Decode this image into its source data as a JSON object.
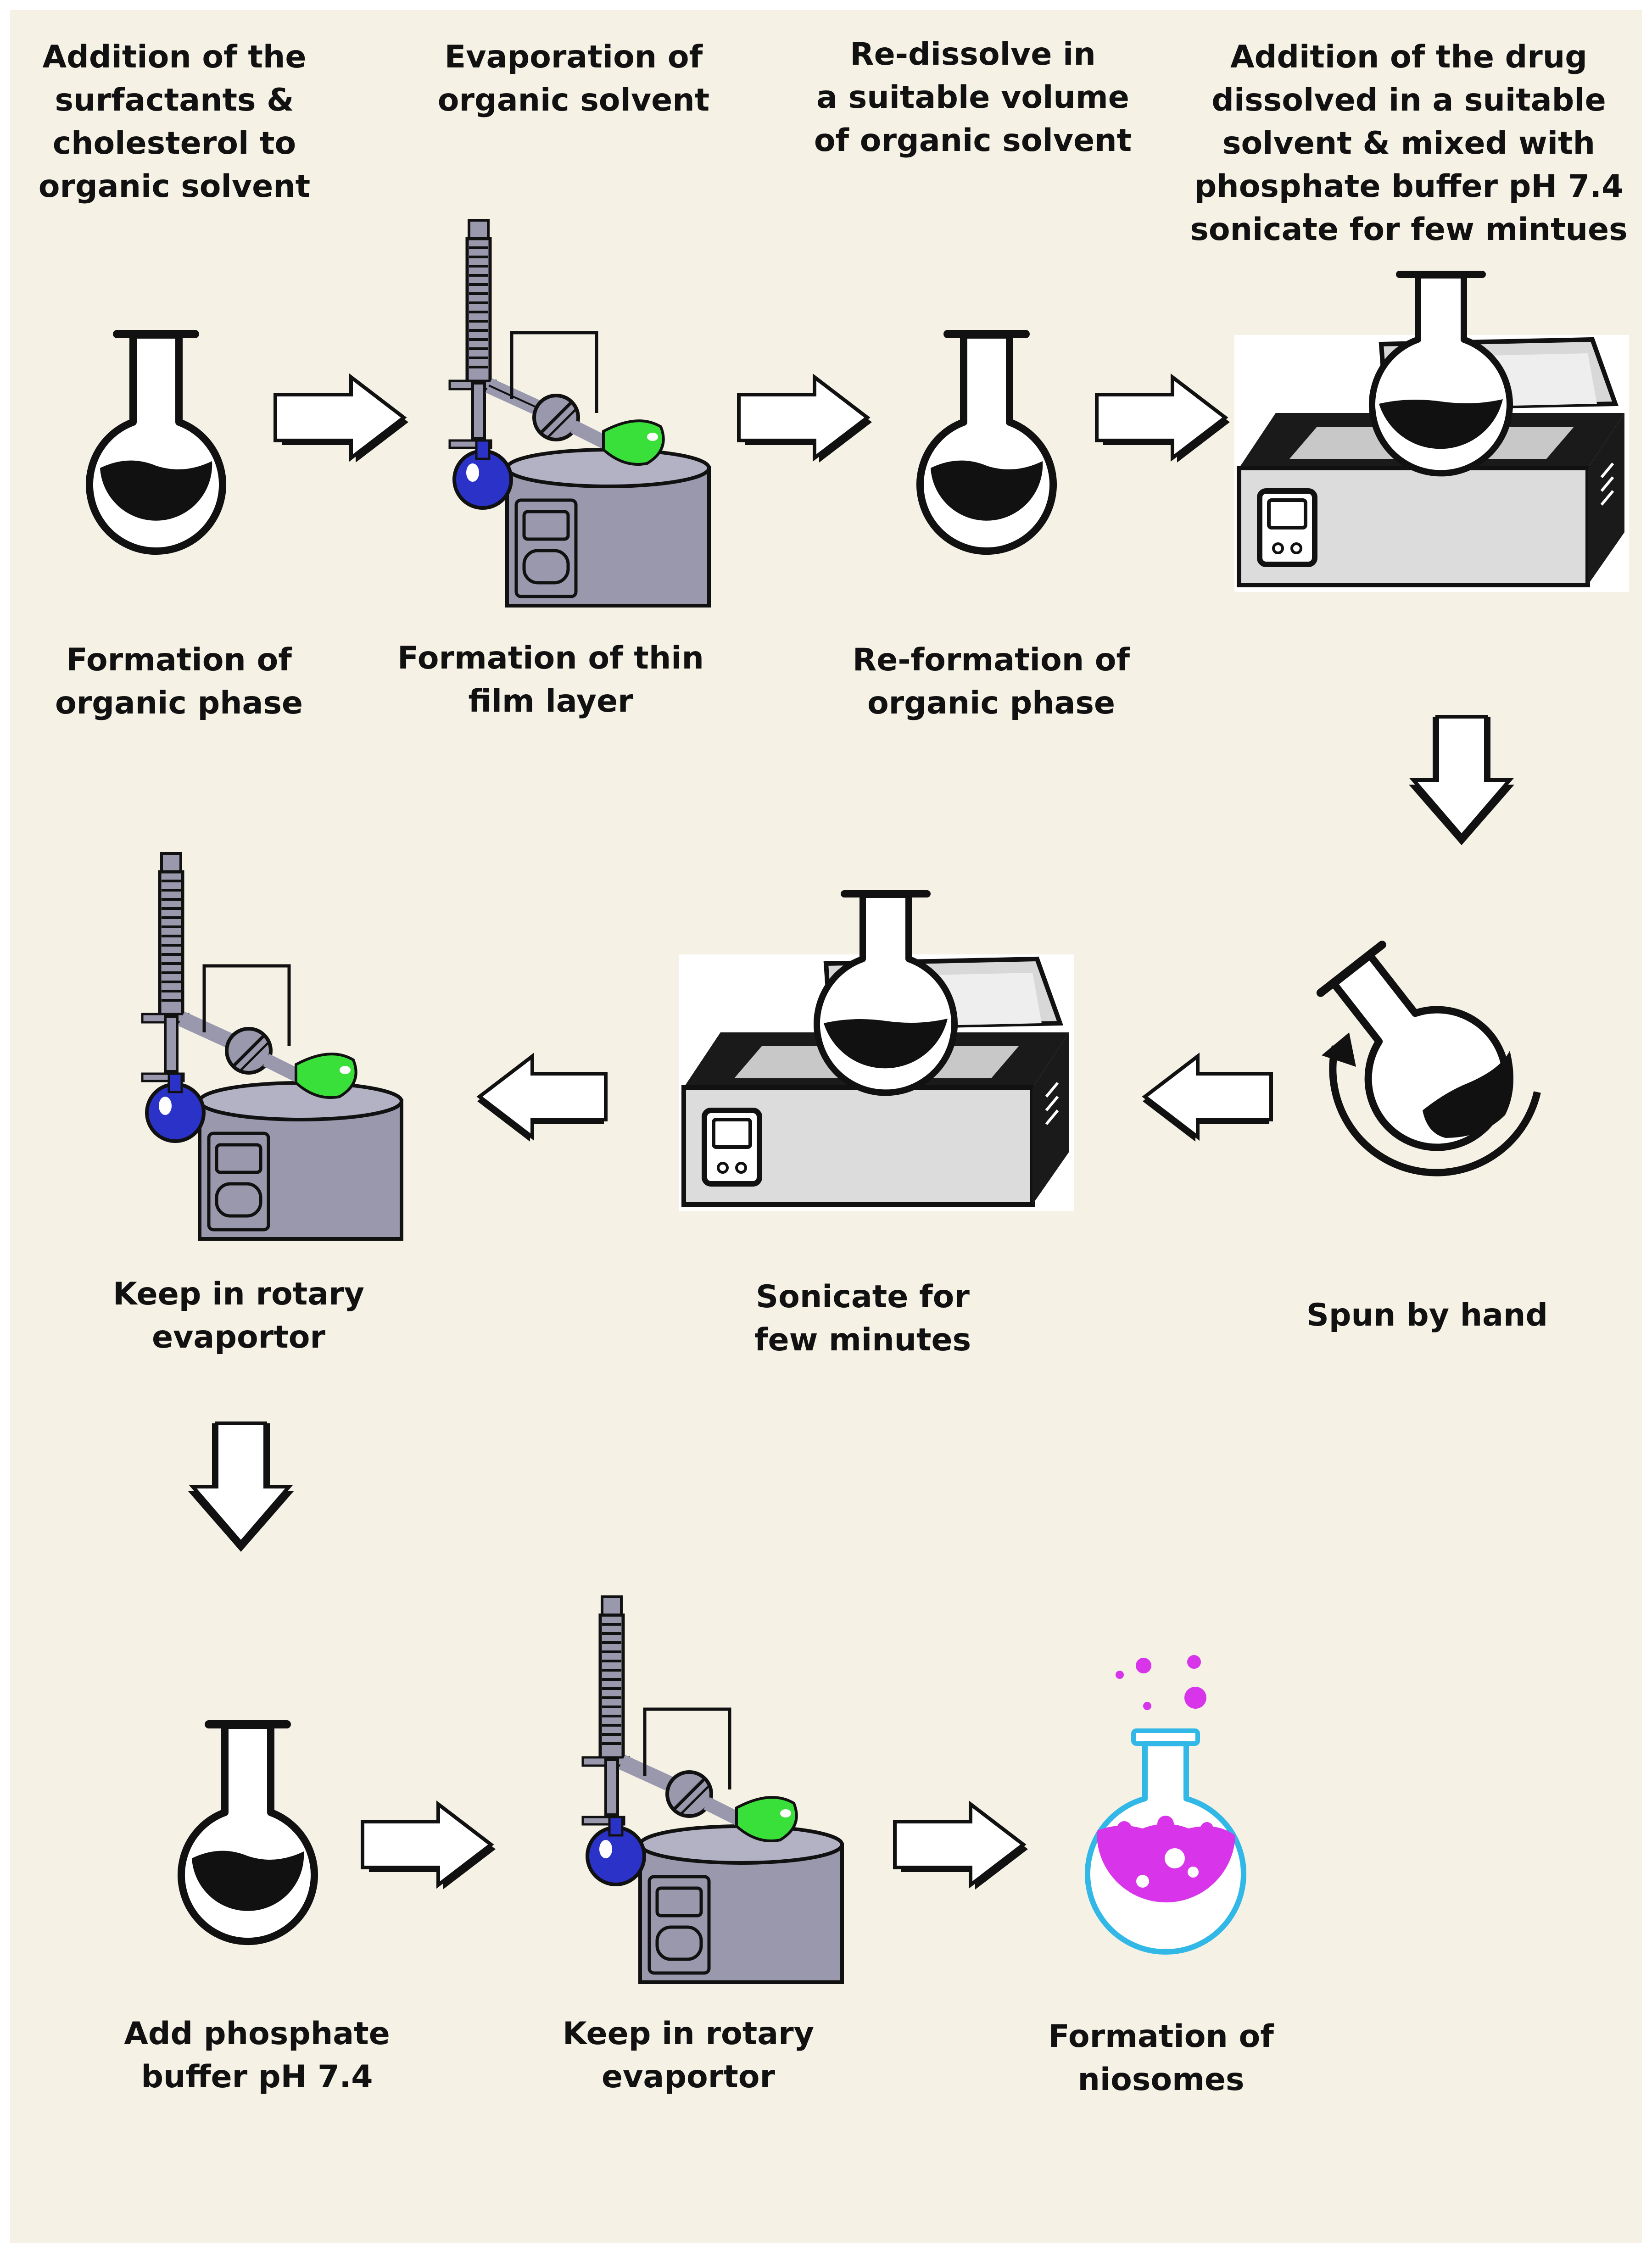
{
  "figure": {
    "background_color": "#f5f1e5",
    "colors": {
      "liquid": "#111111",
      "evaporator_body": "#9a98ac",
      "receiving_flask": "#2a32c8",
      "rotating_flask": "#3ae03a",
      "niosome_fill": "#d834ea",
      "niosome_flask_outline": "#31b8e6"
    },
    "steps": [
      {
        "id": "step-1",
        "icon": "round-bottom-flask-icon",
        "top_text": "Addition of the\nsurfactants &\ncholesterol to\norganic solvent",
        "bottom_text": "Formation of\norganic phase"
      },
      {
        "id": "step-2",
        "icon": "rotary-evaporator-icon",
        "top_text": "Evaporation of\norganic solvent",
        "bottom_text": "Formation of thin\nfilm layer"
      },
      {
        "id": "step-3",
        "icon": "round-bottom-flask-icon",
        "top_text": "Re-dissolve in\na suitable volume\nof organic solvent",
        "bottom_text": "Re-formation of\norganic phase"
      },
      {
        "id": "step-4",
        "icon": "sonicator-bath-icon",
        "top_text": "Addition of the drug\ndissolved in a suitable\nsolvent & mixed with\nphosphate buffer pH 7.4\nsonicate for few mintues",
        "bottom_text": ""
      },
      {
        "id": "step-5",
        "icon": "swirling-flask-icon",
        "top_text": "",
        "bottom_text": "Spun by hand"
      },
      {
        "id": "step-6",
        "icon": "sonicator-bath-icon",
        "top_text": "",
        "bottom_text": "Sonicate for\nfew minutes"
      },
      {
        "id": "step-7",
        "icon": "rotary-evaporator-icon",
        "top_text": "",
        "bottom_text": "Keep in rotary\nevaportor"
      },
      {
        "id": "step-8",
        "icon": "round-bottom-flask-icon",
        "top_text": "",
        "bottom_text": "Add phosphate\nbuffer pH 7.4"
      },
      {
        "id": "step-9",
        "icon": "rotary-evaporator-icon",
        "top_text": "",
        "bottom_text": "Keep in rotary\nevaportor"
      },
      {
        "id": "step-10",
        "icon": "niosome-flask-icon",
        "top_text": "",
        "bottom_text": "Formation of\nniosomes"
      }
    ],
    "flow": [
      {
        "from": "step-1",
        "to": "step-2",
        "direction": "right"
      },
      {
        "from": "step-2",
        "to": "step-3",
        "direction": "right"
      },
      {
        "from": "step-3",
        "to": "step-4",
        "direction": "right"
      },
      {
        "from": "step-4",
        "to": "step-5",
        "direction": "down"
      },
      {
        "from": "step-5",
        "to": "step-6",
        "direction": "left"
      },
      {
        "from": "step-6",
        "to": "step-7",
        "direction": "left"
      },
      {
        "from": "step-7",
        "to": "step-8",
        "direction": "down"
      },
      {
        "from": "step-8",
        "to": "step-9",
        "direction": "right"
      },
      {
        "from": "step-9",
        "to": "step-10",
        "direction": "right"
      }
    ]
  }
}
